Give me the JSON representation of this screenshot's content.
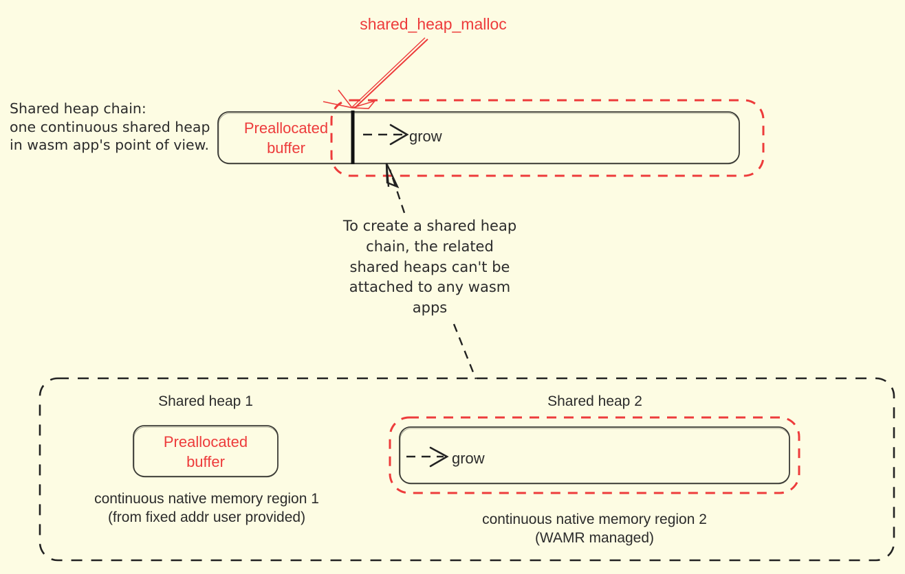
{
  "diagram": {
    "title_annotation": "shared_heap_malloc",
    "background_color": "#fdfce3",
    "accent_red": "#ed3b3b",
    "ink_color": "#2b2b2b",
    "left_note": "Shared heap chain:\none continuous shared heap\nin wasm app's point of view.",
    "top_region": {
      "preallocated_label": "Preallocated\nbuffer",
      "grow_label": "grow"
    },
    "middle_note": "To create a shared heap\nchain, the related\nshared heaps can't be\nattached to any wasm\napps",
    "bottom": {
      "heap1": {
        "title": "Shared heap 1",
        "box_label": "Preallocated\nbuffer",
        "caption": "continuous native memory region 1\n(from fixed addr user provided)"
      },
      "heap2": {
        "title": "Shared heap 2",
        "grow_label": "grow",
        "caption": "continuous native memory region 2\n(WAMR managed)"
      }
    }
  }
}
